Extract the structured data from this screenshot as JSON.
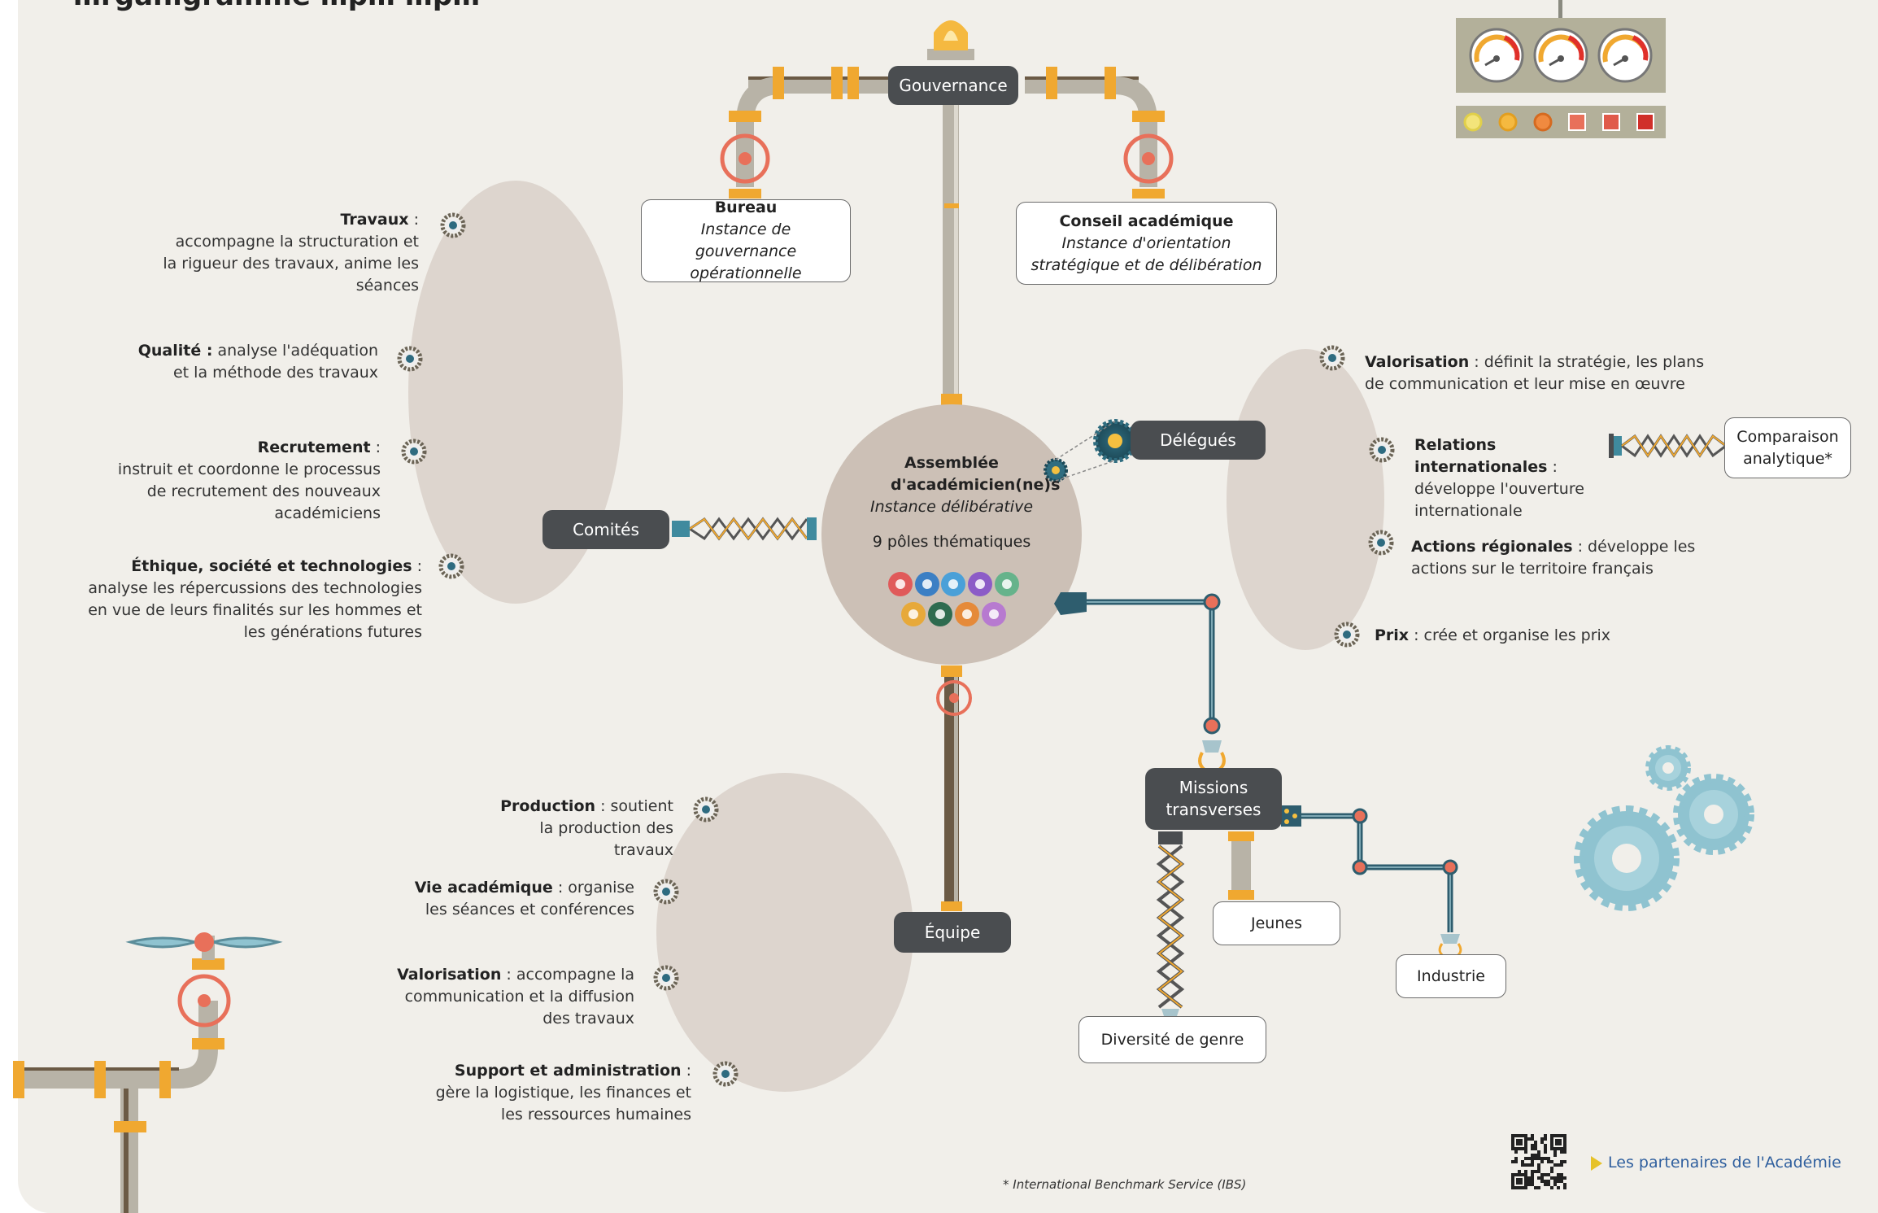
{
  "title_partial": "…rganigramme …p… …p…",
  "governance": {
    "gouvernance": "Gouvernance",
    "bureau_title": "Bureau",
    "bureau_desc": "Instance de gouvernance opérationnelle",
    "conseil_title": "Conseil académique",
    "conseil_desc": "Instance d'orientation stratégique et de délibération"
  },
  "assemblee": {
    "title": "Assemblée d'académicien(ne)s",
    "subtitle": "Instance délibérative",
    "poles": "9 pôles thématiques",
    "pole_colors": [
      "#e05a5a",
      "#3b7fc4",
      "#4aa0d8",
      "#8c5cc7",
      "#66b38b",
      "#e7a93a",
      "#2e6b4f",
      "#e58a3a",
      "#b77ad0"
    ]
  },
  "comites": {
    "label": "Comités",
    "items": [
      {
        "name": "Travaux",
        "sep": " :",
        "desc": "accompagne la structuration et la rigueur des travaux, anime les séances"
      },
      {
        "name": "Qualité :",
        "sep": "",
        "desc": "analyse l'adéquation et la méthode des travaux"
      },
      {
        "name": "Recrutement",
        "sep": " :",
        "desc": "instruit et coordonne le processus de recrutement des nouveaux académiciens"
      },
      {
        "name": "Éthique, société et technologies",
        "sep": " :",
        "desc": "analyse les répercussions des technologies en vue de leurs finalités sur les hommes et les générations futures"
      }
    ]
  },
  "delegues": {
    "label": "Délégués",
    "items": [
      {
        "name": "Valorisation",
        "desc": " : définit la stratégie, les plans de communication et leur mise en œuvre"
      },
      {
        "name": "Relations internationales",
        "desc": " : développe l'ouverture internationale"
      },
      {
        "name": "Actions régionales",
        "desc": " : développe les actions sur le territoire français"
      },
      {
        "name": "Prix",
        "desc": " : crée et organise les prix"
      }
    ],
    "comparaison": "Comparaison analytique*"
  },
  "equipe": {
    "label": "Équipe",
    "items": [
      {
        "name": "Production",
        "desc": " : soutient la production des travaux"
      },
      {
        "name": "Vie académique",
        "desc": " : organise les séances et conférences"
      },
      {
        "name": "Valorisation",
        "desc": " : accompagne la communication et la diffusion des travaux"
      },
      {
        "name": "Support et administration",
        "desc": " : gère la logistique, les finances et les ressources humaines"
      }
    ]
  },
  "missions": {
    "label": "Missions transverses",
    "jeunes": "Jeunes",
    "industrie": "Industrie",
    "diversite": "Diversité de genre"
  },
  "footnote": "* International Benchmark Service (IBS)",
  "partners_link": "Les partenaires de l'Académie"
}
